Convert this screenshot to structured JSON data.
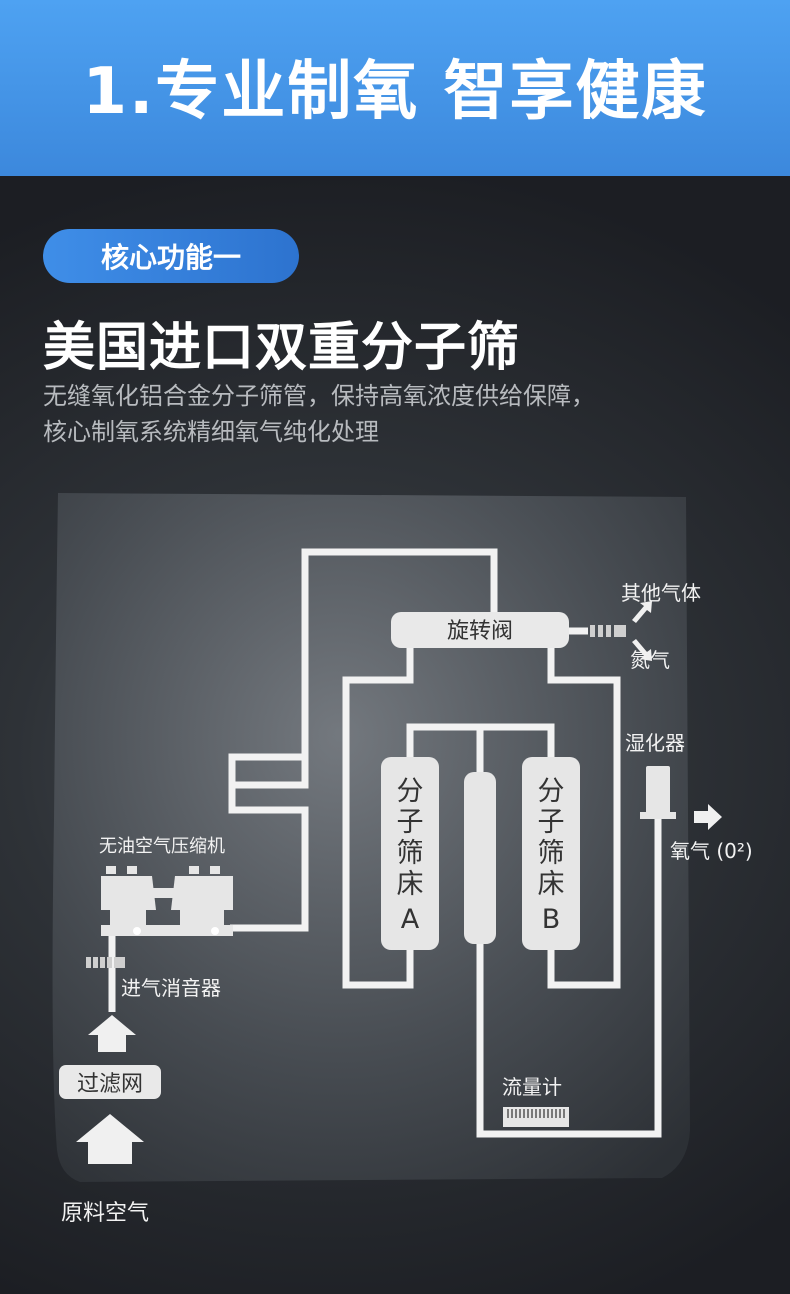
{
  "header": {
    "title": "1.专业制氧 智享健康",
    "bg_color": "#4ea2f2"
  },
  "badge": {
    "label": "核心功能一",
    "color": "#3f8ee8"
  },
  "section": {
    "title": "美国进口双重分子筛",
    "desc_line1": "无缝氧化铝合金分子筛管，保持高氧浓度供给保障，",
    "desc_line2": "核心制氧系统精细氧气纯化处理"
  },
  "diagram": {
    "rotary_valve": "旋转阀",
    "other_gas": "其他气体",
    "nitrogen": "氮气",
    "humidifier": "湿化器",
    "oxygen_output": "氧气 (0²)",
    "compressor": "无油空气压缩机",
    "intake_silencer": "进气消音器",
    "filter": "过滤网",
    "raw_air": "原料空气",
    "flowmeter": "流量计",
    "sieve_a": [
      "分",
      "子",
      "筛",
      "床",
      "A"
    ],
    "sieve_b": [
      "分",
      "子",
      "筛",
      "床",
      "B"
    ]
  }
}
